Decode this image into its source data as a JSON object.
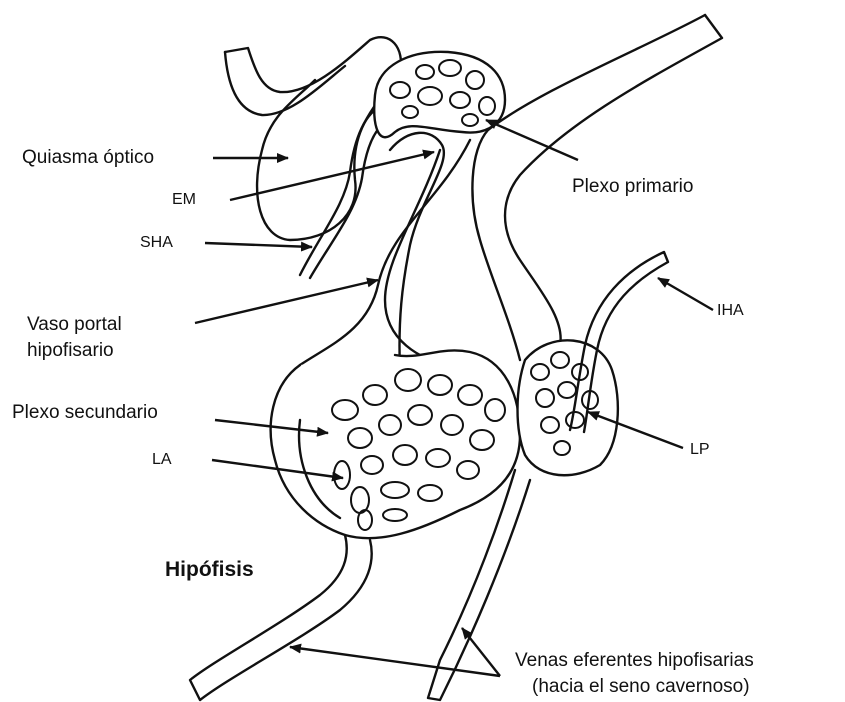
{
  "diagram": {
    "labels": {
      "quiasma": "Quiasma óptico",
      "em": "EM",
      "sha": "SHA",
      "vaso_1": "Vaso portal",
      "vaso_2": "hipofisario",
      "plexo_secundario": "Plexo secundario",
      "la": "LA",
      "hipofisis": "Hipófisis",
      "plexo_primario": "Plexo primario",
      "iha": "IHA",
      "lp": "LP",
      "venas_1": "Venas eferentes hipofisarias",
      "venas_2": "(hacia el seno cavernoso)"
    },
    "colors": {
      "line": "#111111",
      "fill": "#ffffff"
    }
  }
}
